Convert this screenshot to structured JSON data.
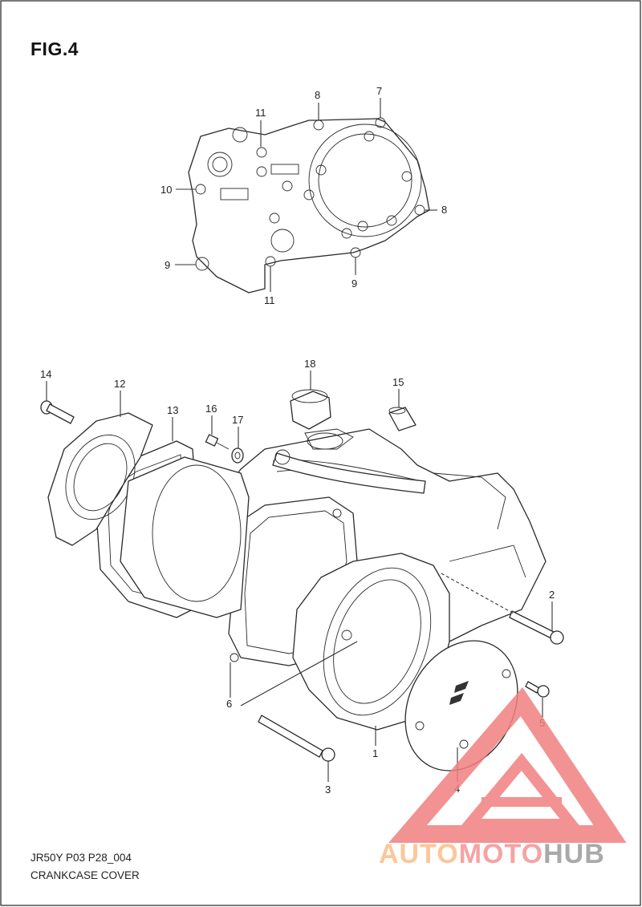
{
  "figure": {
    "title": "FIG.4"
  },
  "callouts": {
    "c1": "1",
    "c2": "2",
    "c3": "3",
    "c4": "4",
    "c5": "5",
    "c6": "6",
    "c7": "7",
    "c8a": "8",
    "c8b": "8",
    "c9a": "9",
    "c9b": "9",
    "c10": "10",
    "c11a": "11",
    "c11b": "11",
    "c12": "12",
    "c13": "13",
    "c14": "14",
    "c15": "15",
    "c16": "16",
    "c17": "17",
    "c18": "18"
  },
  "footer": {
    "code": "JR50Y P03 P28_004",
    "caption": "CRANKCASE COVER"
  },
  "watermark": {
    "part1": "AUTO",
    "part2": "MOTO",
    "part3": "HUB",
    "colors": {
      "auto": "#fbc79a",
      "moto": "#f5a3a3",
      "hub": "#a9a9a9",
      "triangle": "#f08080"
    }
  }
}
